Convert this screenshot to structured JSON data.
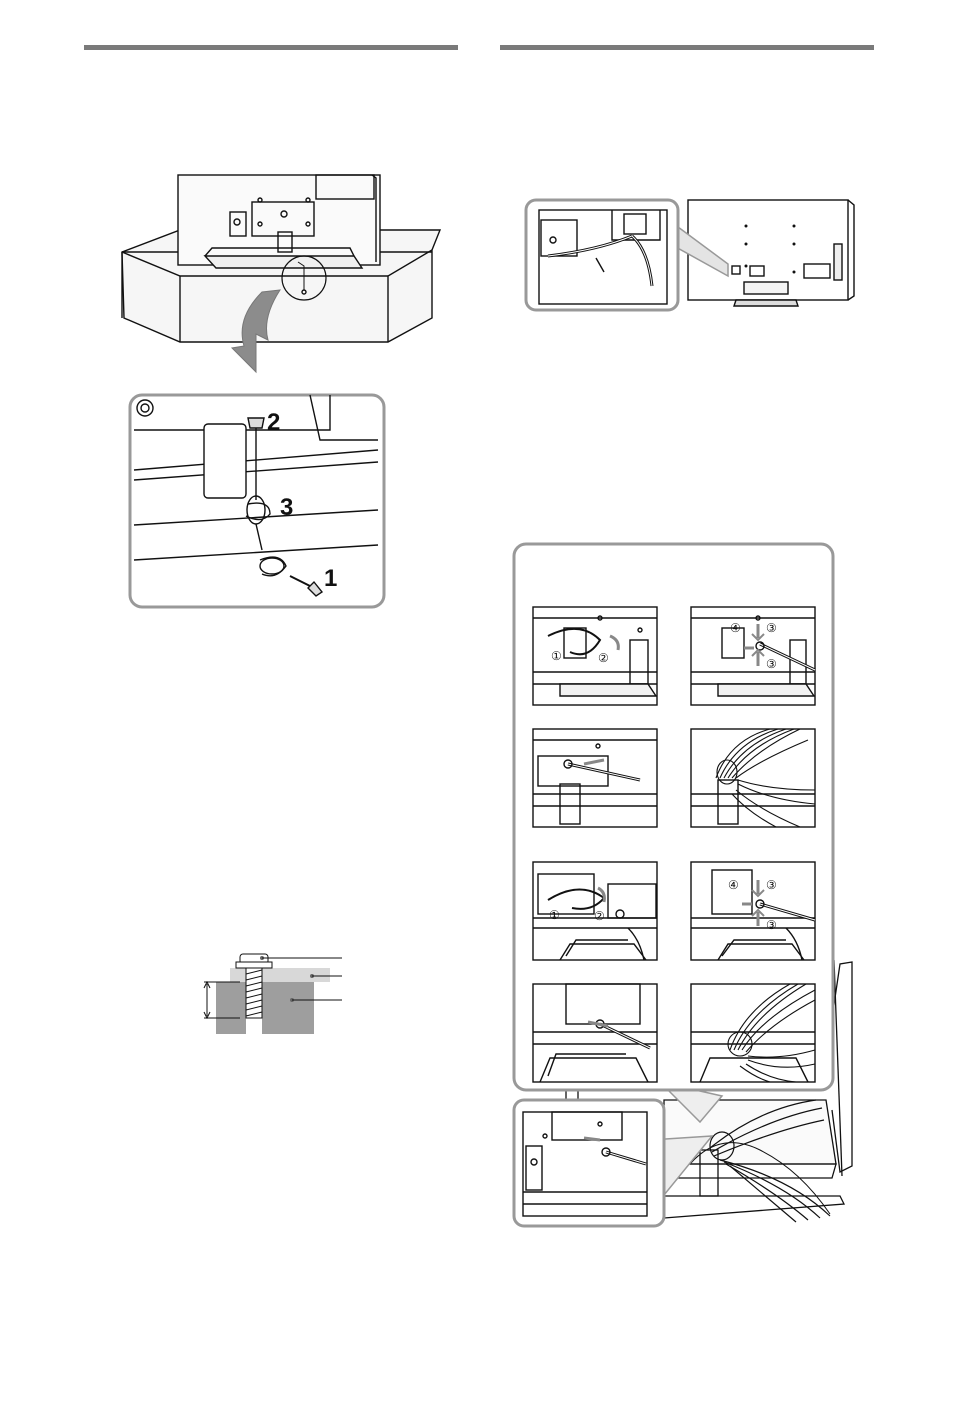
{
  "page": {
    "left_rule": "section-divider",
    "right_rule": "section-divider"
  },
  "figure_stand_strap": {
    "callouts": [
      "2",
      "3",
      "1"
    ]
  },
  "figure_cable_steps": {
    "circled_numbers": {
      "a1": "①",
      "a2": "②",
      "b1": "④",
      "b2": "③",
      "b3": "③",
      "e1": "①",
      "e2": "②",
      "f1": "④",
      "f2": "③",
      "f3": "③"
    }
  },
  "colors": {
    "line": "#111111",
    "frame": "#9a9a9a",
    "fill_light": "#eeeeee",
    "fill_mid": "#c8c8c8",
    "fill_dark": "#9e9e9e",
    "arrow": "#8a8a8a"
  }
}
